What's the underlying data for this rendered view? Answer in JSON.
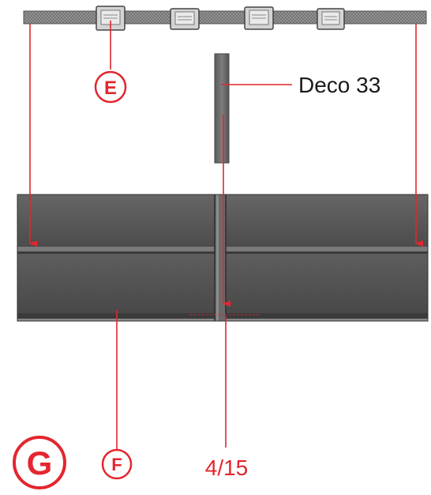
{
  "labels": {
    "e": "E",
    "f": "F",
    "g": "G",
    "deco": "Deco 33",
    "measurement": "4/15"
  },
  "colors": {
    "accent_red": "#e3262f",
    "strip": "#8c8c8c",
    "strip_texture": "#6e6e6e",
    "clip_fill": "#d9d9d9",
    "clip_border": "#555555",
    "board_top": "#5a5a5a",
    "board_face": "#555555",
    "board_dark": "#3a3a3a",
    "board_edge": "#2e2e2e",
    "board_highlight": "#8a8a8a",
    "deco_panel": "#6a6a6a",
    "text": "#1a1a1a"
  },
  "icons": {
    "clip": "mounting-clip-icon",
    "arrow": "arrowhead-icon"
  }
}
